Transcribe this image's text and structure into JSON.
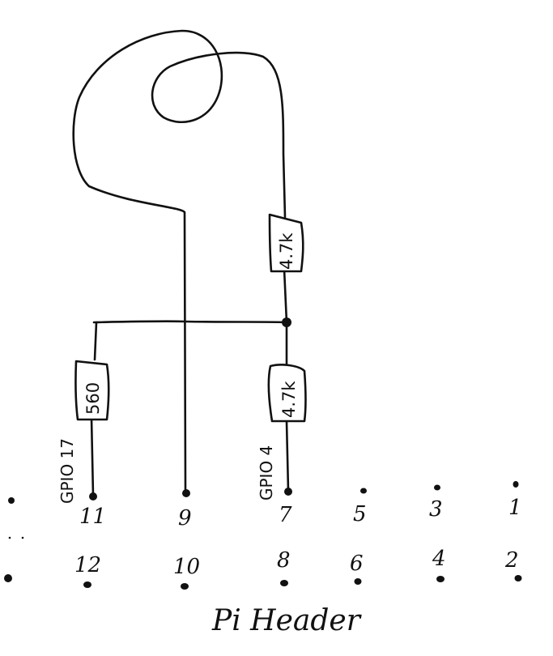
{
  "resistors": {
    "top": "4.7k",
    "bottom": "4.7k",
    "left": "560"
  },
  "gpio_labels": {
    "gpio17": "GPIO 17",
    "gpio4": "GPIO 4"
  },
  "header": {
    "title": "Pi Header",
    "odd_pins": [
      "11",
      "9",
      "7",
      "5",
      "3",
      "1"
    ],
    "even_pins": [
      "12",
      "10",
      "8",
      "6",
      "4",
      "2"
    ]
  }
}
